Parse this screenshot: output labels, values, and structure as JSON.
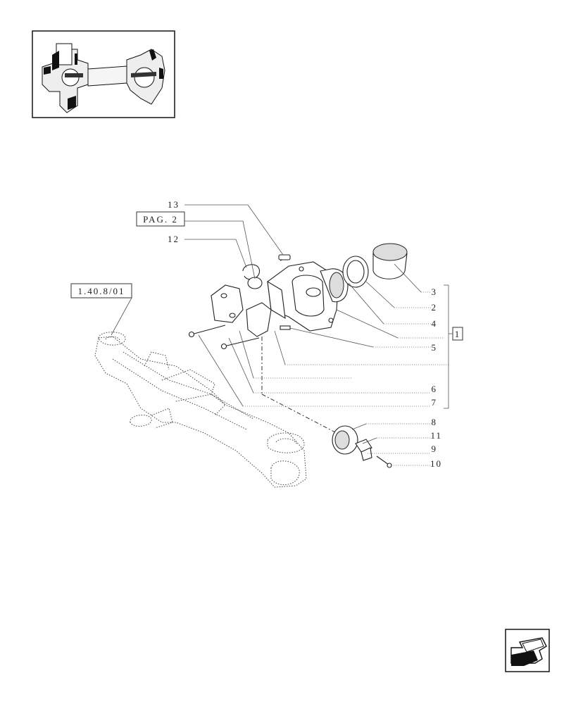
{
  "refs": {
    "pag": "PAG. 2",
    "ref_assembly": "1.40.8/01",
    "group": "1"
  },
  "callouts": {
    "c13": "13",
    "c12": "12",
    "c3": "3",
    "c2": "2",
    "c4": "4",
    "c5": "5",
    "c6": "6",
    "c7": "7",
    "c8": "8",
    "c11": "11",
    "c9": "9",
    "c10": "10"
  },
  "icons": {
    "thumbnail": "axle-cutaway-thumbnail",
    "exploded_view": "front-axle-support-exploded-view",
    "nav": "previous-page-arrow-icon"
  }
}
